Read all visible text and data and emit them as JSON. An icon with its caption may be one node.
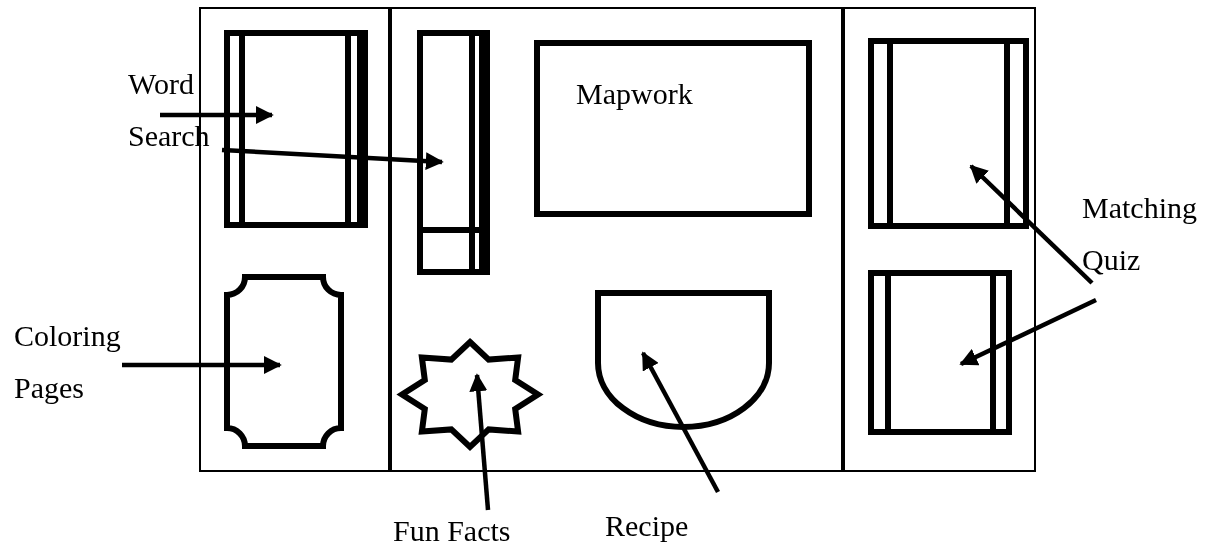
{
  "diagram": {
    "nodes": [
      {
        "text": [],
        "shape": "box"
      },
      {
        "text": [],
        "shape": "box"
      },
      {
        "text": [],
        "shape": "box"
      },
      {
        "text": [
          "Word Search"
        ]
      },
      {
        "text": [],
        "shape": "box",
        "in": 0
      },
      {
        "text": [],
        "shape": "box",
        "in": 1
      },
      {
        "text": [
          "Mapwork"
        ],
        "in": 1
      },
      {
        "text": [
          "Coloring Pages"
        ]
      },
      {
        "text": [],
        "shape": "frame",
        "in": 0
      },
      {
        "text": [],
        "shape": "star",
        "in": 1
      },
      {
        "text": [
          "Fun Facts"
        ]
      },
      {
        "text": [],
        "shape": "pocket",
        "in": 1
      },
      {
        "text": [
          "Recipe"
        ]
      },
      {
        "text": [],
        "shape": "box",
        "in": 2
      },
      {
        "text": [],
        "shape": "box",
        "in": 2
      },
      {
        "text": [
          "Matching Quiz"
        ]
      }
    ],
    "edges": [
      {
        "from": 3,
        "to": 4,
        "arrow": "to"
      },
      {
        "from": 3,
        "to": 5,
        "arrow": "to"
      },
      {
        "from": 7,
        "to": 8,
        "arrow": "to"
      },
      {
        "from": 10,
        "to": 9,
        "arrow": "to"
      },
      {
        "from": 12,
        "to": 11,
        "arrow": "to"
      },
      {
        "from": 15,
        "to": 13,
        "arrow": "to"
      },
      {
        "from": 15,
        "to": 14,
        "arrow": "to"
      }
    ]
  }
}
